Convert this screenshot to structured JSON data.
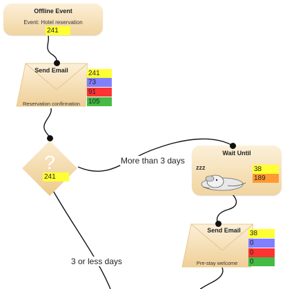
{
  "colors": {
    "node_top": "#fcf0d9",
    "node_bottom": "#f1d49f",
    "yellow": "#ffff33",
    "blue": "#8080ff",
    "red": "#ff3333",
    "green": "#44bb44",
    "orange": "#ff9933",
    "wire": "#111111"
  },
  "nodes": {
    "offline_event": {
      "title": "Offline Event",
      "subtitle": "Event: Hotel reservation",
      "count": "241"
    },
    "send_email_1": {
      "title": "Send Email",
      "subtitle": "Reservation confirmation",
      "icon": "envelope-icon",
      "stats": [
        "241",
        "73",
        "91",
        "105"
      ]
    },
    "decision": {
      "icon": "question-mark-icon",
      "symbol": "?",
      "count": "241"
    },
    "wait_until": {
      "title": "Wait Until",
      "icon": "sleeping-dog-icon",
      "sleep_text": "zzz",
      "stats": [
        "38",
        "189"
      ]
    },
    "send_email_2": {
      "title": "Send Email",
      "subtitle": "Pre-stay welcome",
      "icon": "envelope-icon",
      "stats": [
        "38",
        "0",
        "0",
        "0"
      ]
    }
  },
  "edges": {
    "more_than": "More than 3 days",
    "less_or_equal": "3 or less days"
  }
}
